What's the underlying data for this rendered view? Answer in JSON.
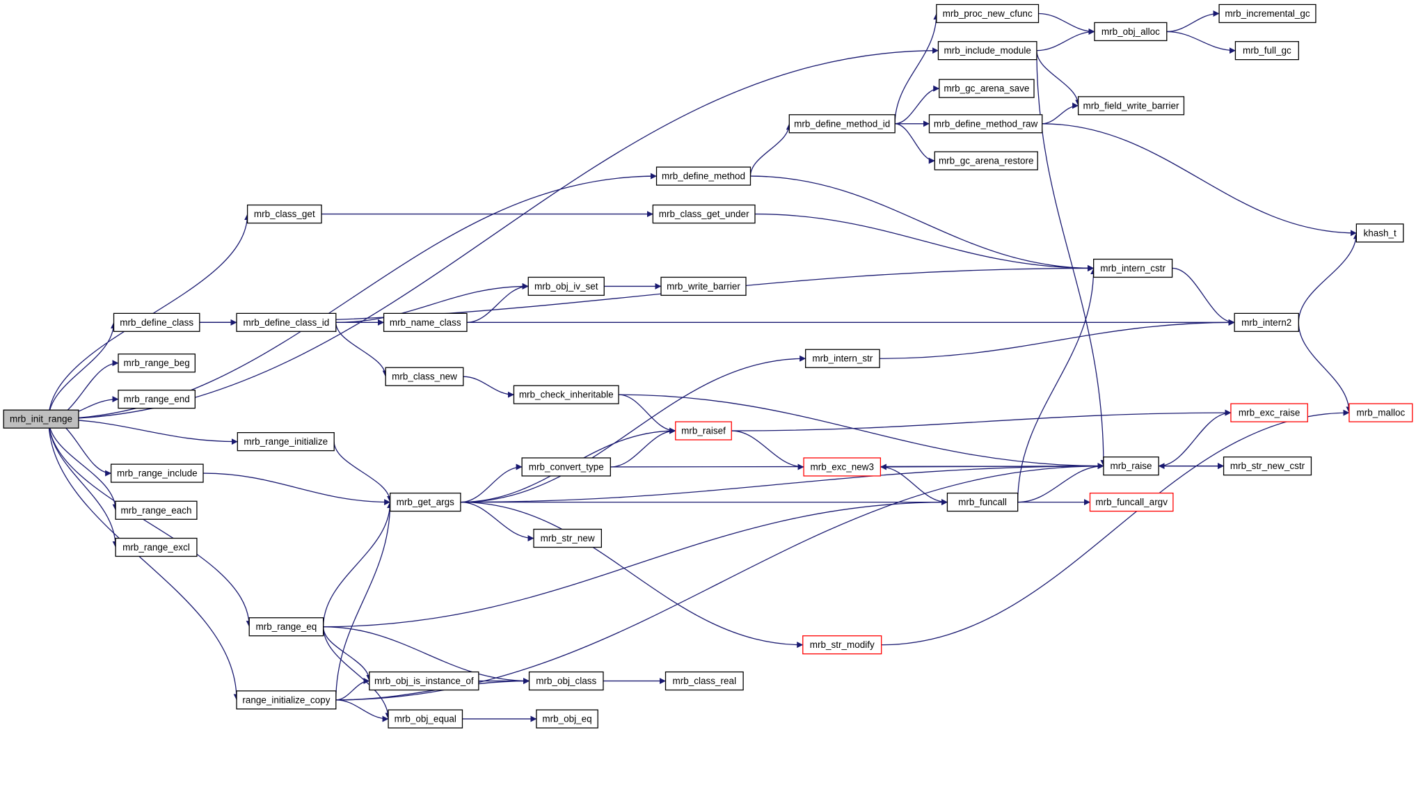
{
  "colors": {
    "edge": "#191970",
    "node_border": "#000000",
    "truncated_border": "#ff0000",
    "root_fill": "#bfbfbf",
    "background": "#ffffff"
  },
  "nodes": {
    "n_init_range": {
      "label": "mrb_init_range",
      "style": "root"
    },
    "n_proc_new_cfunc": {
      "label": "mrb_proc_new_cfunc",
      "style": "normal"
    },
    "n_obj_alloc": {
      "label": "mrb_obj_alloc",
      "style": "normal"
    },
    "n_incremental_gc": {
      "label": "mrb_incremental_gc",
      "style": "normal"
    },
    "n_full_gc": {
      "label": "mrb_full_gc",
      "style": "normal"
    },
    "n_include_module": {
      "label": "mrb_include_module",
      "style": "normal"
    },
    "n_gc_arena_save": {
      "label": "mrb_gc_arena_save",
      "style": "normal"
    },
    "n_field_write_barrier": {
      "label": "mrb_field_write_barrier",
      "style": "normal"
    },
    "n_define_method_id": {
      "label": "mrb_define_method_id",
      "style": "normal"
    },
    "n_define_method_raw": {
      "label": "mrb_define_method_raw",
      "style": "normal"
    },
    "n_gc_arena_restore": {
      "label": "mrb_gc_arena_restore",
      "style": "normal"
    },
    "n_define_method": {
      "label": "mrb_define_method",
      "style": "normal"
    },
    "n_khash_t": {
      "label": "khash_t",
      "style": "normal"
    },
    "n_class_get": {
      "label": "mrb_class_get",
      "style": "normal"
    },
    "n_class_get_under": {
      "label": "mrb_class_get_under",
      "style": "normal"
    },
    "n_intern_cstr": {
      "label": "mrb_intern_cstr",
      "style": "normal"
    },
    "n_obj_iv_set": {
      "label": "mrb_obj_iv_set",
      "style": "normal"
    },
    "n_write_barrier": {
      "label": "mrb_write_barrier",
      "style": "normal"
    },
    "n_define_class": {
      "label": "mrb_define_class",
      "style": "normal"
    },
    "n_define_class_id": {
      "label": "mrb_define_class_id",
      "style": "normal"
    },
    "n_name_class": {
      "label": "mrb_name_class",
      "style": "normal"
    },
    "n_intern2": {
      "label": "mrb_intern2",
      "style": "normal"
    },
    "n_range_beg": {
      "label": "mrb_range_beg",
      "style": "normal"
    },
    "n_intern_str": {
      "label": "mrb_intern_str",
      "style": "normal"
    },
    "n_class_new": {
      "label": "mrb_class_new",
      "style": "normal"
    },
    "n_range_end": {
      "label": "mrb_range_end",
      "style": "normal"
    },
    "n_check_inheritable": {
      "label": "mrb_check_inheritable",
      "style": "normal"
    },
    "n_raisef": {
      "label": "mrb_raisef",
      "style": "truncated"
    },
    "n_exc_raise": {
      "label": "mrb_exc_raise",
      "style": "truncated"
    },
    "n_malloc": {
      "label": "mrb_malloc",
      "style": "truncated"
    },
    "n_range_initialize": {
      "label": "mrb_range_initialize",
      "style": "normal"
    },
    "n_convert_type": {
      "label": "mrb_convert_type",
      "style": "normal"
    },
    "n_exc_new3": {
      "label": "mrb_exc_new3",
      "style": "truncated"
    },
    "n_raise": {
      "label": "mrb_raise",
      "style": "normal"
    },
    "n_str_new_cstr": {
      "label": "mrb_str_new_cstr",
      "style": "normal"
    },
    "n_range_include": {
      "label": "mrb_range_include",
      "style": "normal"
    },
    "n_get_args": {
      "label": "mrb_get_args",
      "style": "normal"
    },
    "n_funcall": {
      "label": "mrb_funcall",
      "style": "normal"
    },
    "n_funcall_argv": {
      "label": "mrb_funcall_argv",
      "style": "truncated"
    },
    "n_range_each": {
      "label": "mrb_range_each",
      "style": "normal"
    },
    "n_str_new": {
      "label": "mrb_str_new",
      "style": "normal"
    },
    "n_range_excl": {
      "label": "mrb_range_excl",
      "style": "normal"
    },
    "n_range_eq": {
      "label": "mrb_range_eq",
      "style": "normal"
    },
    "n_str_modify": {
      "label": "mrb_str_modify",
      "style": "truncated"
    },
    "n_obj_is_instance_of": {
      "label": "mrb_obj_is_instance_of",
      "style": "normal"
    },
    "n_obj_class": {
      "label": "mrb_obj_class",
      "style": "normal"
    },
    "n_class_real": {
      "label": "mrb_class_real",
      "style": "normal"
    },
    "n_range_initialize_copy": {
      "label": "range_initialize_copy",
      "style": "normal"
    },
    "n_obj_equal": {
      "label": "mrb_obj_equal",
      "style": "normal"
    },
    "n_obj_eq": {
      "label": "mrb_obj_eq",
      "style": "normal"
    }
  },
  "edges": [
    [
      "n_init_range",
      "n_include_module"
    ],
    [
      "n_init_range",
      "n_define_method"
    ],
    [
      "n_init_range",
      "n_class_get"
    ],
    [
      "n_init_range",
      "n_define_class"
    ],
    [
      "n_init_range",
      "n_range_beg"
    ],
    [
      "n_init_range",
      "n_range_end"
    ],
    [
      "n_init_range",
      "n_range_initialize"
    ],
    [
      "n_init_range",
      "n_range_include"
    ],
    [
      "n_init_range",
      "n_range_each"
    ],
    [
      "n_init_range",
      "n_range_excl"
    ],
    [
      "n_init_range",
      "n_range_eq"
    ],
    [
      "n_init_range",
      "n_range_initialize_copy"
    ],
    [
      "n_proc_new_cfunc",
      "n_obj_alloc"
    ],
    [
      "n_obj_alloc",
      "n_incremental_gc"
    ],
    [
      "n_obj_alloc",
      "n_full_gc"
    ],
    [
      "n_include_module",
      "n_obj_alloc"
    ],
    [
      "n_include_module",
      "n_field_write_barrier"
    ],
    [
      "n_include_module",
      "n_raise"
    ],
    [
      "n_define_method",
      "n_define_method_id"
    ],
    [
      "n_define_method",
      "n_intern_cstr"
    ],
    [
      "n_define_method_id",
      "n_proc_new_cfunc"
    ],
    [
      "n_define_method_id",
      "n_gc_arena_save"
    ],
    [
      "n_define_method_id",
      "n_define_method_raw"
    ],
    [
      "n_define_method_id",
      "n_gc_arena_restore"
    ],
    [
      "n_define_method_raw",
      "n_field_write_barrier"
    ],
    [
      "n_define_method_raw",
      "n_khash_t"
    ],
    [
      "n_class_get",
      "n_class_get_under"
    ],
    [
      "n_class_get_under",
      "n_intern_cstr"
    ],
    [
      "n_define_class",
      "n_intern_cstr"
    ],
    [
      "n_define_class",
      "n_define_class_id"
    ],
    [
      "n_define_class_id",
      "n_obj_iv_set"
    ],
    [
      "n_define_class_id",
      "n_name_class"
    ],
    [
      "n_define_class_id",
      "n_class_new"
    ],
    [
      "n_name_class",
      "n_obj_iv_set"
    ],
    [
      "n_name_class",
      "n_intern2"
    ],
    [
      "n_obj_iv_set",
      "n_write_barrier"
    ],
    [
      "n_intern_cstr",
      "n_intern2"
    ],
    [
      "n_intern2",
      "n_khash_t"
    ],
    [
      "n_intern2",
      "n_malloc"
    ],
    [
      "n_intern_str",
      "n_intern2"
    ],
    [
      "n_class_new",
      "n_check_inheritable"
    ],
    [
      "n_check_inheritable",
      "n_raisef"
    ],
    [
      "n_check_inheritable",
      "n_raise"
    ],
    [
      "n_raisef",
      "n_exc_raise"
    ],
    [
      "n_raisef",
      "n_exc_new3"
    ],
    [
      "n_raise",
      "n_exc_raise"
    ],
    [
      "n_raise",
      "n_exc_new3"
    ],
    [
      "n_raise",
      "n_str_new_cstr"
    ],
    [
      "n_str_new_cstr",
      "n_raise"
    ],
    [
      "n_exc_new3",
      "n_funcall"
    ],
    [
      "n_funcall",
      "n_raise"
    ],
    [
      "n_funcall",
      "n_intern_cstr"
    ],
    [
      "n_funcall",
      "n_funcall_argv"
    ],
    [
      "n_range_initialize",
      "n_get_args"
    ],
    [
      "n_range_include",
      "n_get_args"
    ],
    [
      "n_get_args",
      "n_intern_str"
    ],
    [
      "n_get_args",
      "n_raisef"
    ],
    [
      "n_get_args",
      "n_convert_type"
    ],
    [
      "n_get_args",
      "n_funcall"
    ],
    [
      "n_get_args",
      "n_str_new"
    ],
    [
      "n_get_args",
      "n_raise"
    ],
    [
      "n_get_args",
      "n_str_modify"
    ],
    [
      "n_convert_type",
      "n_raisef"
    ],
    [
      "n_convert_type",
      "n_str_new_cstr"
    ],
    [
      "n_str_modify",
      "n_malloc"
    ],
    [
      "n_range_eq",
      "n_get_args"
    ],
    [
      "n_range_eq",
      "n_funcall"
    ],
    [
      "n_range_eq",
      "n_obj_is_instance_of"
    ],
    [
      "n_range_eq",
      "n_obj_class"
    ],
    [
      "n_range_eq",
      "n_obj_equal"
    ],
    [
      "n_range_initialize_copy",
      "n_get_args"
    ],
    [
      "n_range_initialize_copy",
      "n_obj_is_instance_of"
    ],
    [
      "n_range_initialize_copy",
      "n_obj_class"
    ],
    [
      "n_range_initialize_copy",
      "n_obj_equal"
    ],
    [
      "n_range_initialize_copy",
      "n_raise"
    ],
    [
      "n_obj_is_instance_of",
      "n_obj_class"
    ],
    [
      "n_obj_class",
      "n_class_real"
    ],
    [
      "n_obj_equal",
      "n_obj_eq"
    ]
  ]
}
